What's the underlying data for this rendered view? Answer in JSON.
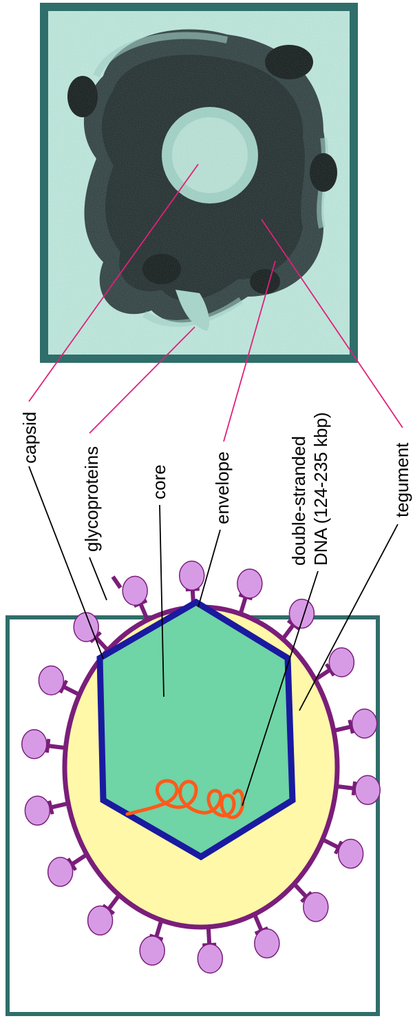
{
  "labels": {
    "capsid": "capsid",
    "glycoproteins": "glycoproteins",
    "core": "core",
    "envelope": "envelope",
    "dna_line1": "double-stranded",
    "dna_line2": "DNA (124-235 kbp)",
    "tegument": "tegument"
  },
  "colors": {
    "frame": "#2f6e6a",
    "micrograph_bg": "#b8e8de",
    "micrograph_dark": "#1b2a2a",
    "envelope": "#7a1e7a",
    "glycoprotein": "#d79be6",
    "tegument": "#fff8a8",
    "capsid": "#1a1aa0",
    "core": "#6fd4a6",
    "dna": "#ff5a1a",
    "leader_dark": "#000000",
    "leader_pink": "#e0207a"
  },
  "icons": {
    "micrograph": "virus-micrograph-image",
    "schematic": "virus-schematic-diagram"
  }
}
